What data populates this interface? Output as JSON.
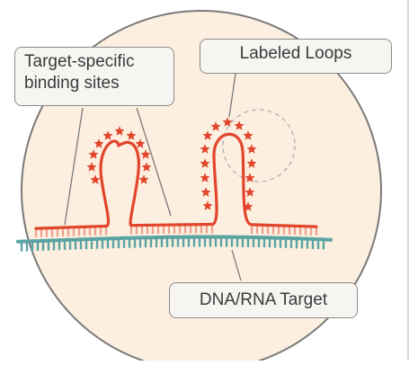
{
  "labels": {
    "binding_line1": "Target-specific",
    "binding_line2": "binding sites",
    "loops": "Labeled Loops",
    "target": "DNA/RNA Target"
  },
  "colors": {
    "circle_fill": "#fcefdf",
    "circle_stroke": "#7a7a7a",
    "probe_red": "#e2452c",
    "probe_light_red": "#f0a08d",
    "target_teal": "#5aa3a3",
    "callout_bg": "#f7f5f2",
    "callout_border": "#8a8a8a",
    "leader_line": "#7a7a7a",
    "dashed_circle": "#b8b8b8"
  },
  "icons": [
    "star-label-icon"
  ]
}
